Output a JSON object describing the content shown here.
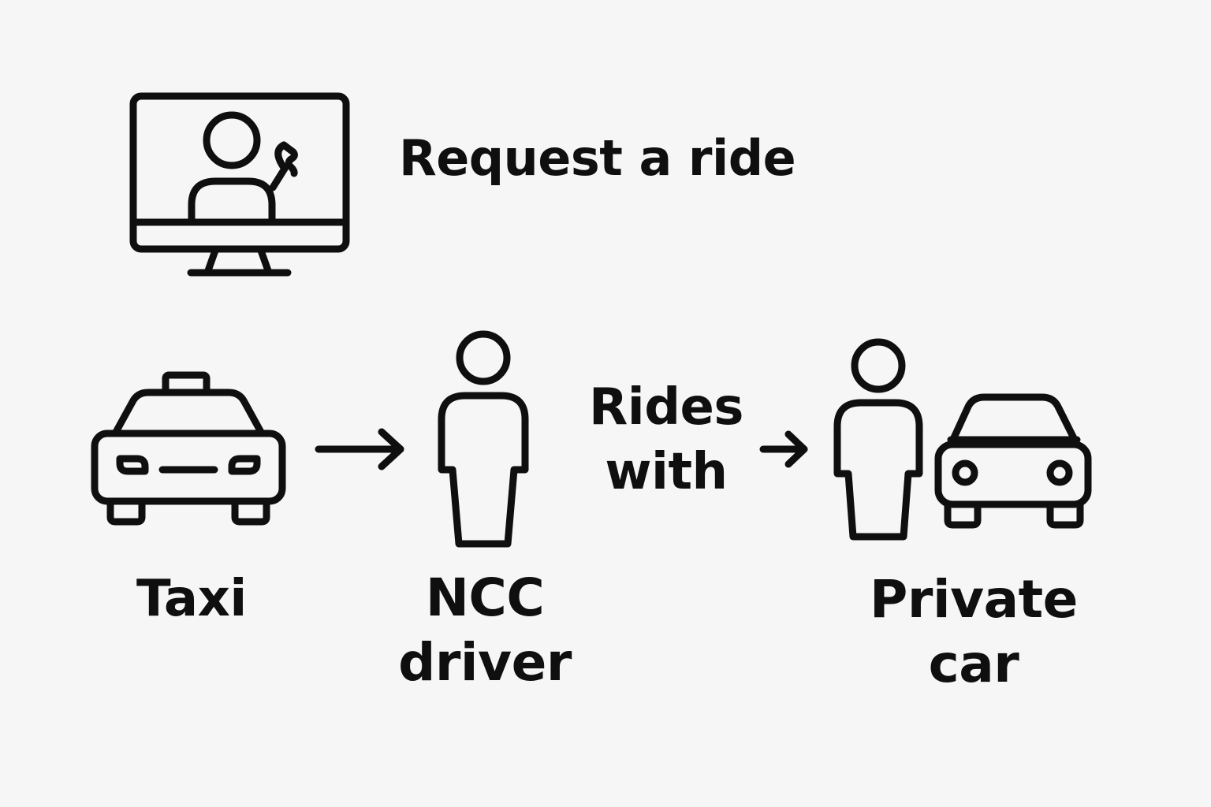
{
  "request": {
    "label": "Request a ride",
    "icon": "monitor-person-phone-icon"
  },
  "options": {
    "taxi": {
      "label": "Taxi",
      "icon": "taxi-icon"
    },
    "ncc": {
      "label_line1": "NCC",
      "label_line2": "driver",
      "icon": "person-icon"
    },
    "rides_with": {
      "label_line1": "Rides",
      "label_line2": "with"
    },
    "private": {
      "label_line1": "Private",
      "label_line2": "car",
      "person_icon": "person-icon",
      "car_icon": "car-icon"
    }
  },
  "colors": {
    "background": "#f6f6f6",
    "ink": "#0f0f0f"
  }
}
